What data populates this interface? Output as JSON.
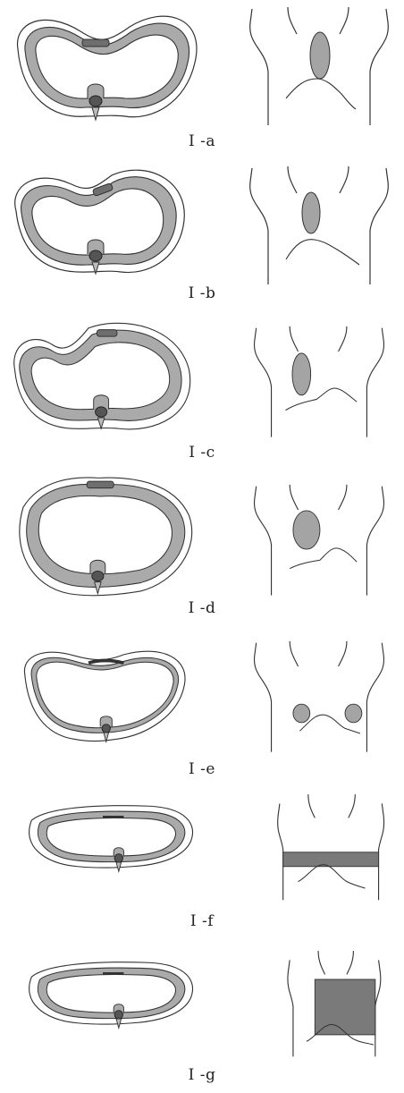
{
  "figure": {
    "panels": [
      {
        "id": "a",
        "caption": "Ⅰ -a"
      },
      {
        "id": "b",
        "caption": "Ⅰ -b"
      },
      {
        "id": "c",
        "caption": "Ⅰ -c"
      },
      {
        "id": "d",
        "caption": "Ⅰ -d"
      },
      {
        "id": "e",
        "caption": "Ⅰ -e"
      },
      {
        "id": "f",
        "caption": "Ⅰ -f"
      },
      {
        "id": "g",
        "caption": "Ⅰ -g"
      }
    ]
  },
  "colors": {
    "rib_fill": "#a9a9a9",
    "sternum_fill": "#6e6e6e",
    "lesion_fill": "#a4a4a4",
    "band_fill": "#7a7a7a",
    "line": "#333333"
  }
}
